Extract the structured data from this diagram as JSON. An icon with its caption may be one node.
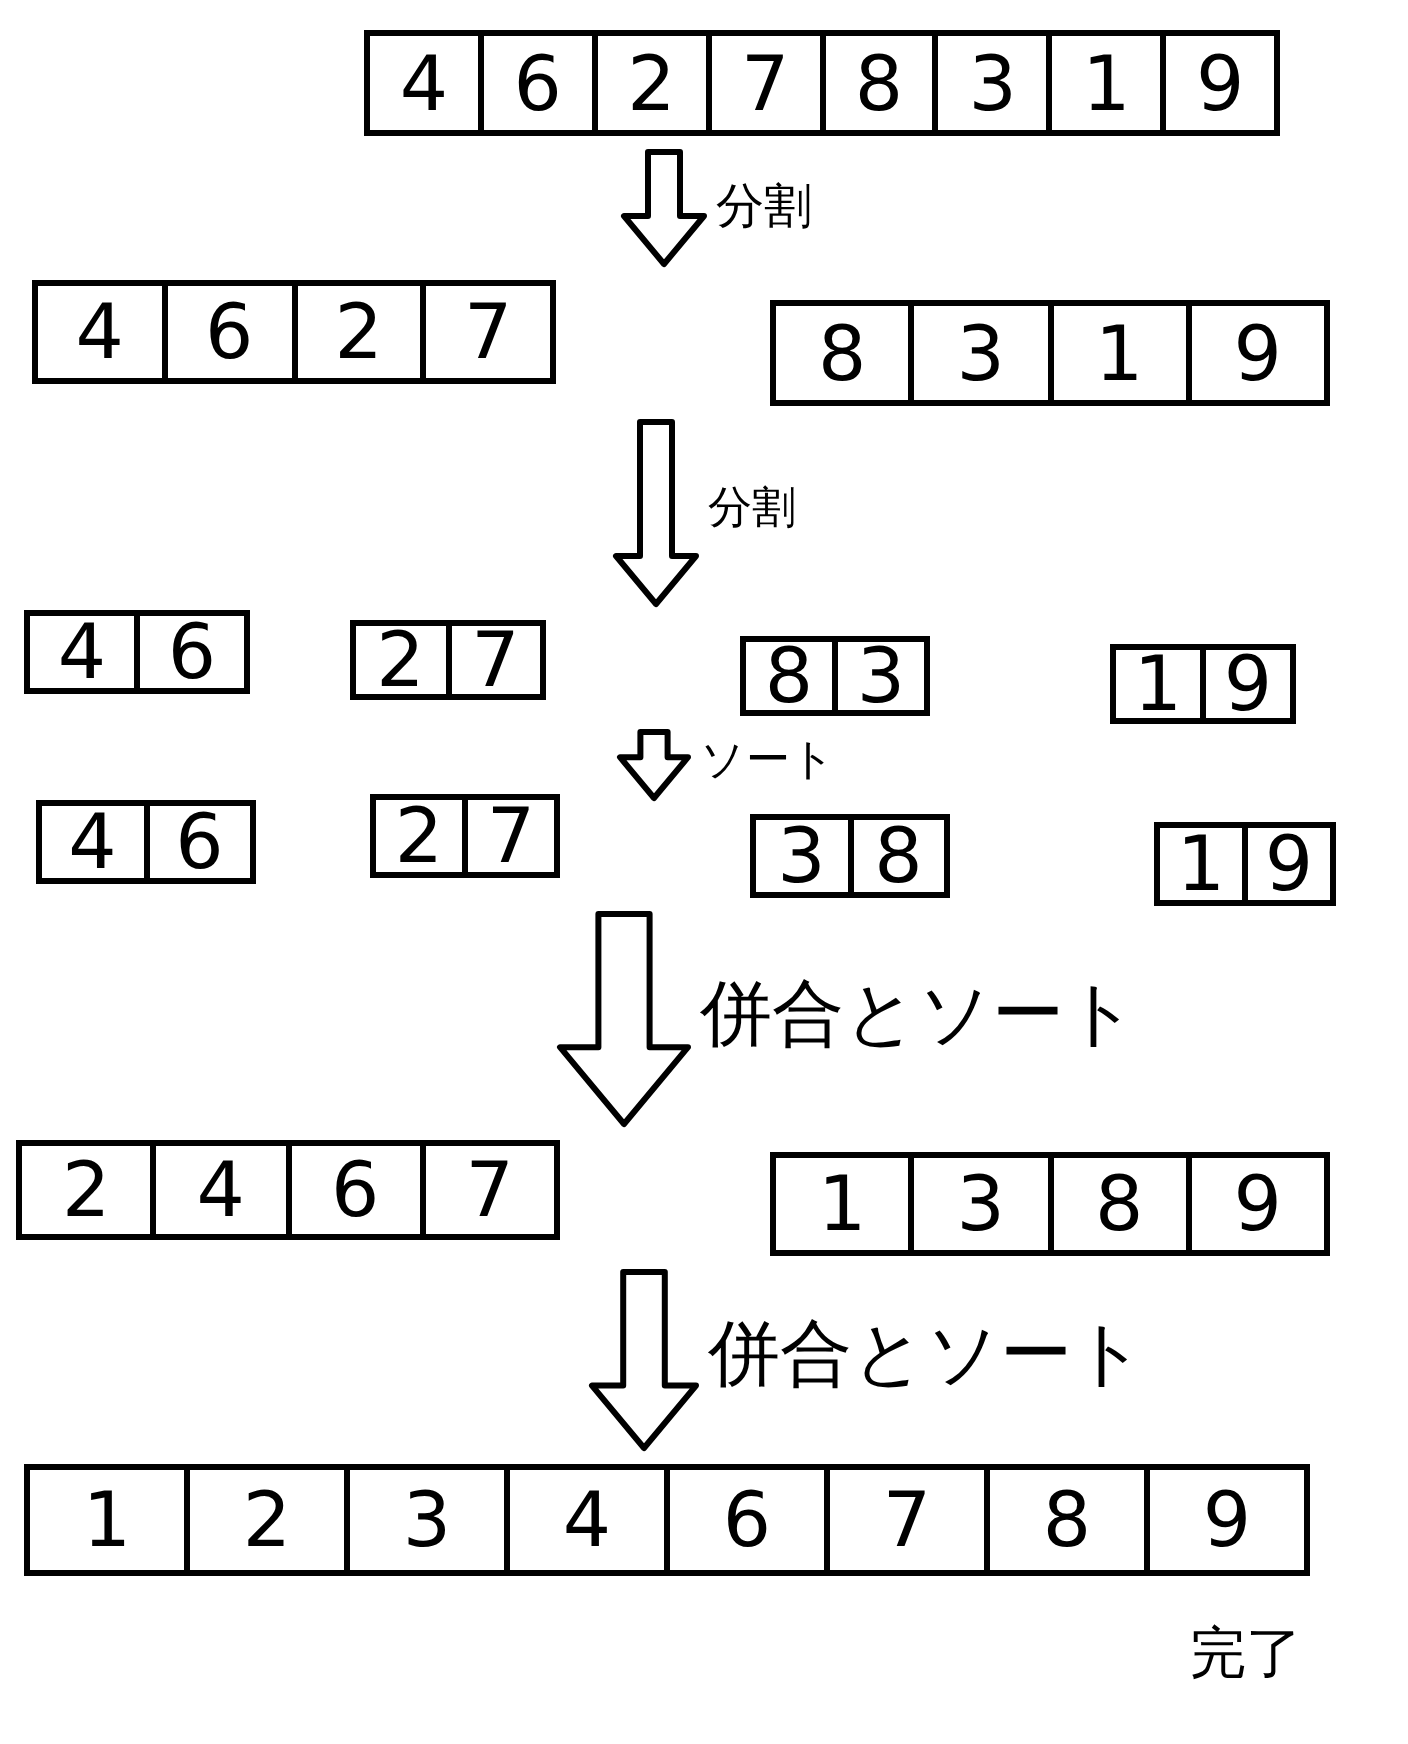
{
  "diagram": {
    "nodes": [
      {
        "text": [],
        "shape": "box"
      },
      {
        "text": [
          "4"
        ],
        "in": 0
      },
      {
        "text": [
          "6"
        ],
        "in": 0
      },
      {
        "text": [
          "2"
        ],
        "in": 0
      },
      {
        "text": [
          "7"
        ],
        "in": 0
      },
      {
        "text": [
          "8"
        ],
        "in": 0
      },
      {
        "text": [
          "3"
        ],
        "in": 0
      },
      {
        "text": [
          "1"
        ],
        "in": 0
      },
      {
        "text": [
          "9"
        ],
        "in": 0
      },
      {
        "text": [],
        "shape": "box"
      },
      {
        "text": [
          "4"
        ],
        "in": 9
      },
      {
        "text": [
          "6"
        ],
        "in": 9
      },
      {
        "text": [
          "2"
        ],
        "in": 9
      },
      {
        "text": [
          "7"
        ],
        "in": 9
      },
      {
        "text": [],
        "shape": "box"
      },
      {
        "text": [
          "8"
        ],
        "in": 14
      },
      {
        "text": [
          "3"
        ],
        "in": 14
      },
      {
        "text": [
          "1"
        ],
        "in": 14
      },
      {
        "text": [
          "9"
        ],
        "in": 14
      },
      {
        "text": [],
        "shape": "box"
      },
      {
        "text": [
          "4"
        ],
        "in": 19
      },
      {
        "text": [
          "6"
        ],
        "in": 19
      },
      {
        "text": [],
        "shape": "box"
      },
      {
        "text": [
          "2"
        ],
        "in": 22
      },
      {
        "text": [
          "7"
        ],
        "in": 22
      },
      {
        "text": [],
        "shape": "box"
      },
      {
        "text": [
          "8"
        ],
        "in": 25
      },
      {
        "text": [
          "3"
        ],
        "in": 25
      },
      {
        "text": [],
        "shape": "box"
      },
      {
        "text": [
          "1"
        ],
        "in": 28
      },
      {
        "text": [
          "9"
        ],
        "in": 28
      },
      {
        "text": [],
        "shape": "box"
      },
      {
        "text": [
          "4"
        ],
        "in": 31
      },
      {
        "text": [
          "6"
        ],
        "in": 31
      },
      {
        "text": [],
        "shape": "box"
      },
      {
        "text": [
          "2"
        ],
        "in": 34
      },
      {
        "text": [
          "7"
        ],
        "in": 34
      },
      {
        "text": [],
        "shape": "box"
      },
      {
        "text": [
          "3"
        ],
        "in": 37
      },
      {
        "text": [
          "8"
        ],
        "in": 37
      },
      {
        "text": [],
        "shape": "box"
      },
      {
        "text": [
          "1"
        ],
        "in": 40
      },
      {
        "text": [
          "9"
        ],
        "in": 40
      },
      {
        "text": [],
        "shape": "box"
      },
      {
        "text": [
          "2"
        ],
        "in": 43
      },
      {
        "text": [
          "4"
        ],
        "in": 43
      },
      {
        "text": [
          "6"
        ],
        "in": 43
      },
      {
        "text": [
          "7"
        ],
        "in": 43
      },
      {
        "text": [],
        "shape": "box"
      },
      {
        "text": [
          "1"
        ],
        "in": 48
      },
      {
        "text": [
          "3"
        ],
        "in": 48
      },
      {
        "text": [
          "8"
        ],
        "in": 48
      },
      {
        "text": [
          "9"
        ],
        "in": 48
      },
      {
        "text": [],
        "shape": "box",
        "beside": [
          "完了"
        ]
      },
      {
        "text": [
          "1"
        ],
        "in": 53
      },
      {
        "text": [
          "2"
        ],
        "in": 53
      },
      {
        "text": [
          "3"
        ],
        "in": 53
      },
      {
        "text": [
          "4"
        ],
        "in": 53
      },
      {
        "text": [
          "6"
        ],
        "in": 53
      },
      {
        "text": [
          "7"
        ],
        "in": 53
      },
      {
        "text": [
          "8"
        ],
        "in": 53
      },
      {
        "text": [
          "9"
        ],
        "in": 53
      }
    ],
    "edges": [
      {
        "from": 0,
        "to": 9,
        "arrow": "to",
        "label": "分割"
      },
      {
        "from": 0,
        "to": 14,
        "arrow": "to"
      },
      {
        "from": 9,
        "to": 22,
        "arrow": "to",
        "label": "分割"
      },
      {
        "from": 14,
        "to": 25,
        "arrow": "to"
      },
      {
        "from": 25,
        "to": 37,
        "arrow": "to",
        "label": "ソート"
      },
      {
        "from": 34,
        "to": 43,
        "arrow": "to",
        "label": "併合とソート"
      },
      {
        "from": 37,
        "to": 48,
        "arrow": "to"
      },
      {
        "from": 43,
        "to": 53,
        "arrow": "to",
        "label": "併合とソート"
      },
      {
        "from": 48,
        "to": 53,
        "arrow": "to"
      }
    ]
  }
}
